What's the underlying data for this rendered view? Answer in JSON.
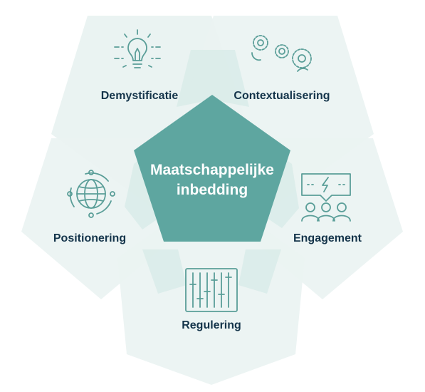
{
  "center": {
    "line1": "Maatschappelijke",
    "line2": "inbedding"
  },
  "pillars": {
    "demystificatie": {
      "label": "Demystificatie",
      "icon": "lightbulb-icon"
    },
    "contextualisering": {
      "label": "Contextualisering",
      "icon": "gears-icon"
    },
    "positionering": {
      "label": "Positionering",
      "icon": "globe-network-icon"
    },
    "engagement": {
      "label": "Engagement",
      "icon": "audience-speech-icon"
    },
    "regulering": {
      "label": "Regulering",
      "icon": "sliders-panel-icon"
    }
  },
  "colors": {
    "center_fill": "#5ea6a0",
    "petal_fill": "#eaf3f2",
    "overlap_fill": "#d4e8e6",
    "icon_stroke": "#5a9e98",
    "label_text": "#14344a"
  }
}
